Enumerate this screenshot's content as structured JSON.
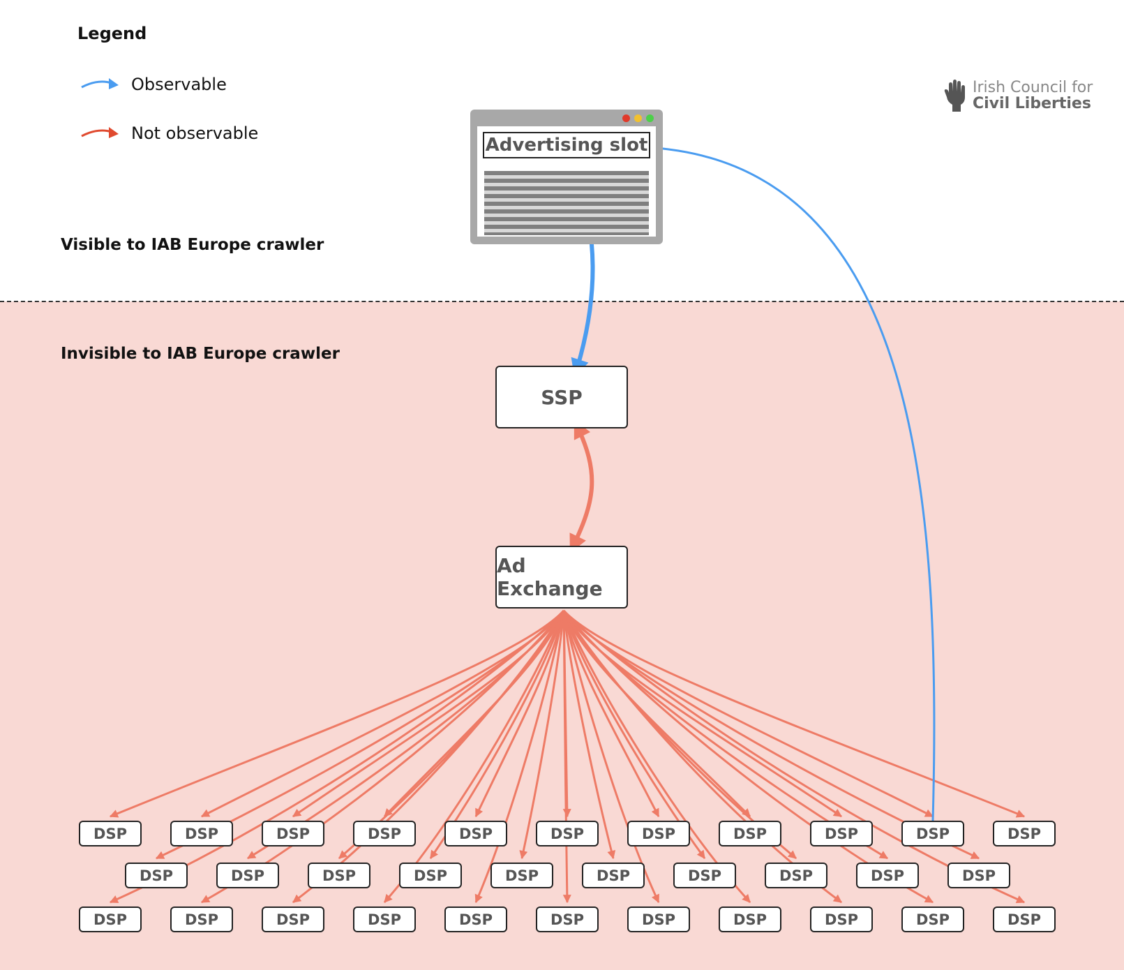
{
  "legend": {
    "title": "Legend",
    "items": [
      {
        "label": "Observable",
        "color": "#4a9cf0"
      },
      {
        "label": "Not observable",
        "color": "#e04a2f"
      }
    ]
  },
  "zones": {
    "visible_label": "Visible to IAB Europe crawler",
    "invisible_label": "Invisible to IAB Europe crawler",
    "invisible_bg": "#f9d9d4"
  },
  "brand": {
    "line1": "Irish Council for",
    "line2": "Civil Liberties"
  },
  "browser": {
    "ad_slot_label": "Advertising slot",
    "window_dots": [
      "#e03a2a",
      "#f2c12e",
      "#4cd04a"
    ]
  },
  "nodes": {
    "ssp": "SSP",
    "ad_exchange": "Ad Exchange",
    "dsp_label": "DSP"
  },
  "colors": {
    "observable": "#4a9cf0",
    "not_observable": "#ee7b66"
  }
}
